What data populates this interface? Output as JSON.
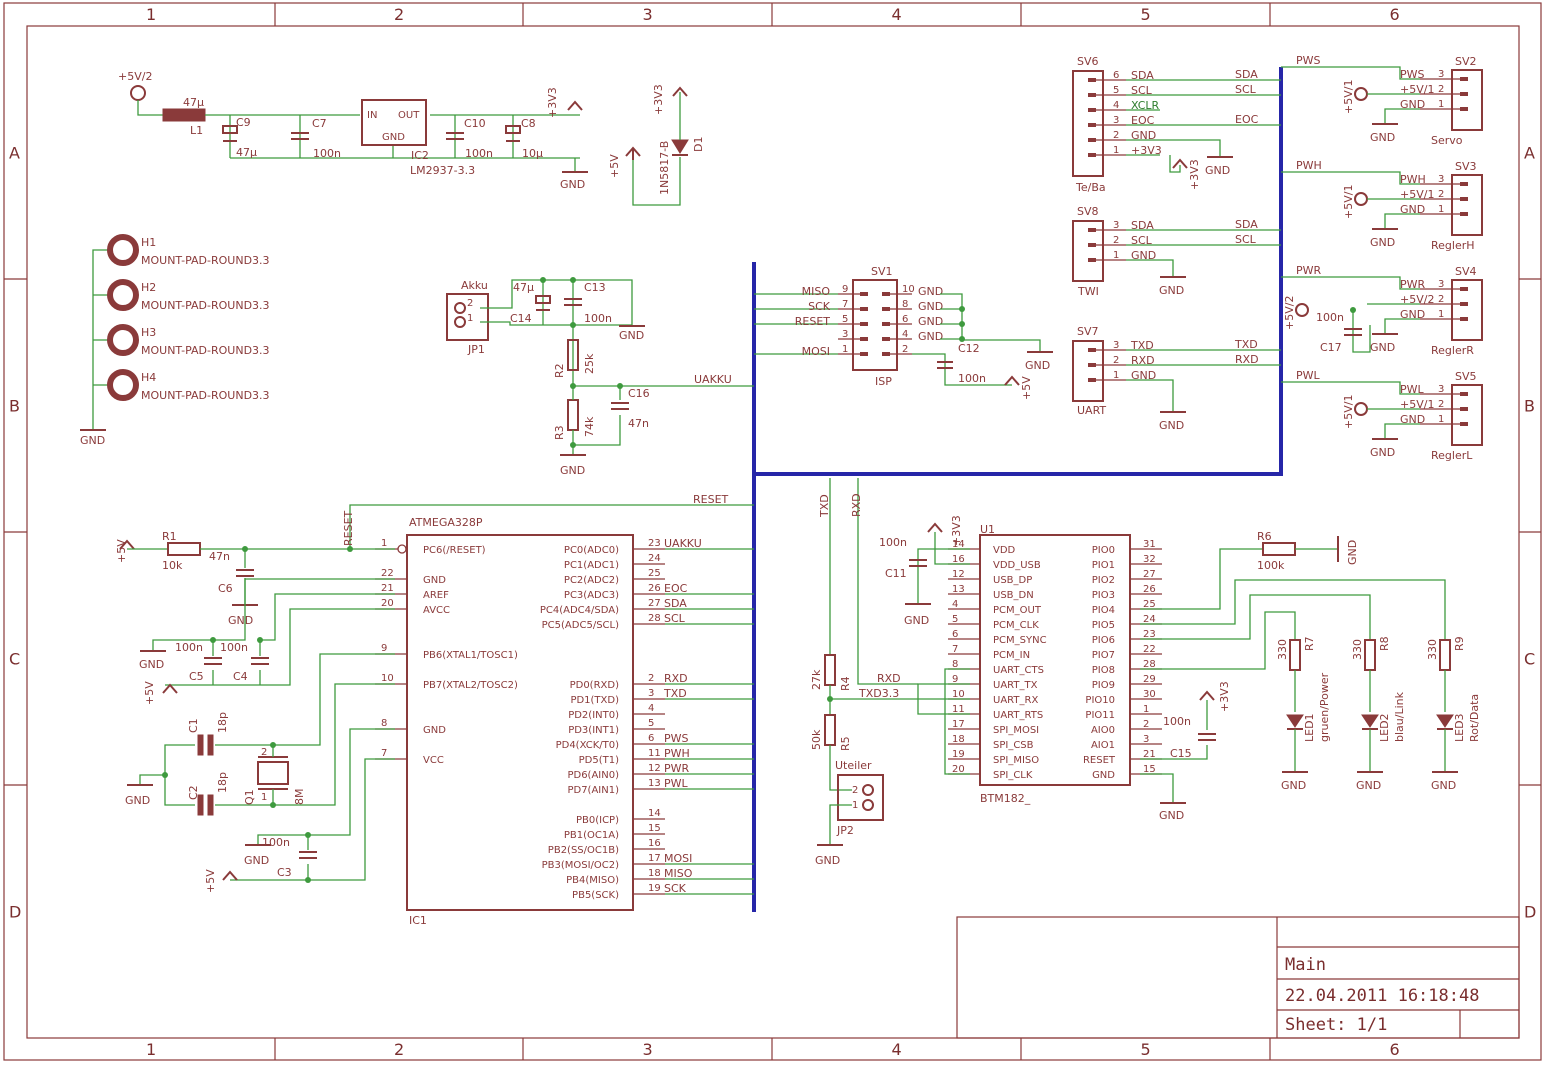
{
  "frame": {
    "cols": [
      "1",
      "2",
      "3",
      "4",
      "5",
      "6"
    ],
    "rows": [
      "A",
      "B",
      "C",
      "D"
    ]
  },
  "title_block": {
    "name": "Main",
    "date": "22.04.2011 16:18:48",
    "sheet": "Sheet: 1/1"
  },
  "labels": {
    "l1": "L1",
    "l1v": "47µ",
    "c9": "C9",
    "c9v": "47µ",
    "c7": "C7",
    "c7v": "100n",
    "ic2": "IC2",
    "ic2v": "LM2937-3.3",
    "ic2in": "IN",
    "ic2out": "OUT",
    "ic2gnd": "GND",
    "c10": "C10",
    "c10v": "100n",
    "c8": "C8",
    "c8v": "10µ",
    "p5v2": "+5V/2",
    "p3v3": "+3V3",
    "gnd": "GND",
    "p5v": "+5V",
    "d1": "D1",
    "d1v": "1N5817-B",
    "h1": "H1",
    "h2": "H2",
    "h3": "H3",
    "h4": "H4",
    "mount": "MOUNT-PAD-ROUND3.3",
    "akku": "Akku",
    "jp1": "JP1",
    "c14": "C14",
    "c14v": "47µ",
    "c13": "C13",
    "c13v": "100n",
    "r2": "R2",
    "r2v": "25k",
    "r3": "R3",
    "r3v": "74k",
    "c16": "C16",
    "c16v": "47n",
    "uakku": "UAKKU",
    "reset": "RESET",
    "txd": "TXD",
    "rxd": "RXD",
    "txd33": "TXD3.3",
    "sv1": "SV1",
    "isp": "ISP",
    "miso": "MISO",
    "sck": "SCK",
    "mosi": "MOSI",
    "c12": "C12",
    "c12v": "100n",
    "sv6": "SV6",
    "teba": "Te/Ba",
    "sda": "SDA",
    "scl": "SCL",
    "xclr": "XCLR",
    "eoc": "EOC",
    "sv8": "SV8",
    "twi": "TWI",
    "sv7": "SV7",
    "uart": "UART",
    "sv2": "SV2",
    "servo": "Servo",
    "sv3": "SV3",
    "reglerh": "ReglerH",
    "sv4": "SV4",
    "reglerr": "ReglerR",
    "sv5": "SV5",
    "reglerl": "ReglerL",
    "pws": "PWS",
    "pwh": "PWH",
    "pwr": "PWR",
    "pwl": "PWL",
    "p5v1": "+5V/1",
    "p5v12": "+5V/1 2",
    "p5v22": "+5V/2 2",
    "c17": "C17",
    "c17v": "100n",
    "r1": "R1",
    "r1v": "10k",
    "c6": "C6",
    "c6v": "47n",
    "atmega": "ATMEGA328P",
    "ic1": "IC1",
    "c5": "C5",
    "c4": "C4",
    "c1": "C1",
    "c2": "C2",
    "c18p": "18p",
    "q1": "Q1",
    "q1v": "8M",
    "c3": "C3",
    "c100n": "100n",
    "u1": "U1",
    "btm": "BTM182_",
    "c11": "C11",
    "c15": "C15",
    "r4": "R4",
    "r4v": "27k",
    "r5": "R5",
    "r5v": "50k",
    "uteiler": "Uteiler",
    "jp2": "JP2",
    "r6": "R6",
    "r6v": "100k",
    "r7": "R7",
    "r8": "R8",
    "r9": "R9",
    "r330": "330",
    "led1": "LED1",
    "led1v": "gruen/Power",
    "led2": "LED2",
    "led2v": "blau/Link",
    "led3": "LED3",
    "led3v": "Rot/Data"
  },
  "atmega_left": [
    {
      "pin": "1",
      "name": "PC6(/RESET)"
    },
    {
      "pin": "22",
      "name": "GND"
    },
    {
      "pin": "21",
      "name": "AREF"
    },
    {
      "pin": "20",
      "name": "AVCC"
    },
    {
      "pin": "9",
      "name": "PB6(XTAL1/TOSC1)"
    },
    {
      "pin": "10",
      "name": "PB7(XTAL2/TOSC2)"
    },
    {
      "pin": "8",
      "name": "GND"
    },
    {
      "pin": "7",
      "name": "VCC"
    }
  ],
  "atmega_right": [
    {
      "pin": "23",
      "name": "PC0(ADC0)",
      "net": "UAKKU"
    },
    {
      "pin": "24",
      "name": "PC1(ADC1)",
      "net": ""
    },
    {
      "pin": "25",
      "name": "PC2(ADC2)",
      "net": ""
    },
    {
      "pin": "26",
      "name": "PC3(ADC3)",
      "net": "EOC"
    },
    {
      "pin": "27",
      "name": "PC4(ADC4/SDA)",
      "net": "SDA"
    },
    {
      "pin": "28",
      "name": "PC5(ADC5/SCL)",
      "net": "SCL"
    },
    {
      "pin": "2",
      "name": "PD0(RXD)",
      "net": "RXD"
    },
    {
      "pin": "3",
      "name": "PD1(TXD)",
      "net": "TXD"
    },
    {
      "pin": "4",
      "name": "PD2(INT0)",
      "net": ""
    },
    {
      "pin": "5",
      "name": "PD3(INT1)",
      "net": ""
    },
    {
      "pin": "6",
      "name": "PD4(XCK/T0)",
      "net": "PWS"
    },
    {
      "pin": "11",
      "name": "PD5(T1)",
      "net": "PWH"
    },
    {
      "pin": "12",
      "name": "PD6(AIN0)",
      "net": "PWR"
    },
    {
      "pin": "13",
      "name": "PD7(AIN1)",
      "net": "PWL"
    },
    {
      "pin": "14",
      "name": "PB0(ICP)",
      "net": ""
    },
    {
      "pin": "15",
      "name": "PB1(OC1A)",
      "net": ""
    },
    {
      "pin": "16",
      "name": "PB2(SS/OC1B)",
      "net": ""
    },
    {
      "pin": "17",
      "name": "PB3(MOSI/OC2)",
      "net": "MOSI"
    },
    {
      "pin": "18",
      "name": "PB4(MISO)",
      "net": "MISO"
    },
    {
      "pin": "19",
      "name": "PB5(SCK)",
      "net": "SCK"
    }
  ],
  "btm_left": [
    {
      "pin": "14",
      "name": "VDD"
    },
    {
      "pin": "16",
      "name": "VDD_USB"
    },
    {
      "pin": "12",
      "name": "USB_DP"
    },
    {
      "pin": "13",
      "name": "USB_DN"
    },
    {
      "pin": "4",
      "name": "PCM_OUT"
    },
    {
      "pin": "5",
      "name": "PCM_CLK"
    },
    {
      "pin": "6",
      "name": "PCM_SYNC"
    },
    {
      "pin": "7",
      "name": "PCM_IN"
    },
    {
      "pin": "8",
      "name": "UART_CTS"
    },
    {
      "pin": "9",
      "name": "UART_TX"
    },
    {
      "pin": "10",
      "name": "UART_RX"
    },
    {
      "pin": "11",
      "name": "UART_RTS"
    },
    {
      "pin": "17",
      "name": "SPI_MOSI"
    },
    {
      "pin": "18",
      "name": "SPI_CSB"
    },
    {
      "pin": "19",
      "name": "SPI_MISO"
    },
    {
      "pin": "20",
      "name": "SPI_CLK"
    }
  ],
  "btm_right": [
    {
      "pin": "31",
      "name": "PIO0"
    },
    {
      "pin": "32",
      "name": "PIO1"
    },
    {
      "pin": "27",
      "name": "PIO2"
    },
    {
      "pin": "26",
      "name": "PIO3"
    },
    {
      "pin": "25",
      "name": "PIO4"
    },
    {
      "pin": "24",
      "name": "PIO5"
    },
    {
      "pin": "23",
      "name": "PIO6"
    },
    {
      "pin": "22",
      "name": "PIO7"
    },
    {
      "pin": "28",
      "name": "PIO8"
    },
    {
      "pin": "29",
      "name": "PIO9"
    },
    {
      "pin": "30",
      "name": "PIO10"
    },
    {
      "pin": "1",
      "name": "PIO11"
    },
    {
      "pin": "2",
      "name": "AIO0"
    },
    {
      "pin": "3",
      "name": "AIO1"
    },
    {
      "pin": "21",
      "name": "RESET"
    },
    {
      "pin": "15",
      "name": "GND"
    }
  ],
  "isp_left": [
    {
      "pin": "9",
      "name": "MISO"
    },
    {
      "pin": "7",
      "name": "SCK"
    },
    {
      "pin": "5",
      "name": "RESET"
    },
    {
      "pin": "3",
      "name": ""
    },
    {
      "pin": "1",
      "name": "MOSI"
    }
  ],
  "isp_right": [
    {
      "pin": "10",
      "name": "GND"
    },
    {
      "pin": "8",
      "name": "GND"
    },
    {
      "pin": "6",
      "name": "GND"
    },
    {
      "pin": "4",
      "name": "GND"
    },
    {
      "pin": "2",
      "name": ""
    }
  ],
  "sv6_pins": [
    {
      "pin": "6",
      "name": "SDA",
      "net": "SDA"
    },
    {
      "pin": "5",
      "name": "SCL",
      "net": "SCL"
    },
    {
      "pin": "4",
      "name": "XCLR",
      "net": ""
    },
    {
      "pin": "3",
      "name": "EOC",
      "net": "EOC"
    },
    {
      "pin": "2",
      "name": "GND",
      "net": ""
    },
    {
      "pin": "1",
      "name": "+3V3",
      "net": ""
    }
  ],
  "sv8_pins": [
    {
      "pin": "3",
      "name": "SDA",
      "net": "SDA"
    },
    {
      "pin": "2",
      "name": "SCL",
      "net": "SCL"
    },
    {
      "pin": "1",
      "name": "GND",
      "net": ""
    }
  ],
  "sv7_pins": [
    {
      "pin": "3",
      "name": "TXD",
      "net": "TXD"
    },
    {
      "pin": "2",
      "name": "RXD",
      "net": "RXD"
    },
    {
      "pin": "1",
      "name": "GND",
      "net": ""
    }
  ],
  "servo_blocks": [
    {
      "ref": "SV2",
      "label": "Servo",
      "net": "PWS",
      "pins": [
        {
          "pin": "3",
          "name": "PWS"
        },
        {
          "pin": "2",
          "name": "+5V/1"
        },
        {
          "pin": "1",
          "name": "GND"
        }
      ],
      "supply": "+5V/1"
    },
    {
      "ref": "SV3",
      "label": "ReglerH",
      "net": "PWH",
      "pins": [
        {
          "pin": "3",
          "name": "PWH"
        },
        {
          "pin": "2",
          "name": "+5V/1"
        },
        {
          "pin": "1",
          "name": "GND"
        }
      ],
      "supply": "+5V/1"
    },
    {
      "ref": "SV4",
      "label": "ReglerR",
      "net": "PWR",
      "pins": [
        {
          "pin": "3",
          "name": "PWR"
        },
        {
          "pin": "2",
          "name": "+5V/2"
        },
        {
          "pin": "1",
          "name": "GND"
        }
      ],
      "supply": "+5V/2"
    },
    {
      "ref": "SV5",
      "label": "ReglerL",
      "net": "PWL",
      "pins": [
        {
          "pin": "3",
          "name": "PWL"
        },
        {
          "pin": "2",
          "name": "+5V/1"
        },
        {
          "pin": "1",
          "name": "GND"
        }
      ],
      "supply": "+5V/1"
    }
  ],
  "colors": {
    "wire": "#3e9a3e",
    "symbol": "#8a3a3a",
    "bus": "#2626a8",
    "frame": "#7a2e2e"
  }
}
